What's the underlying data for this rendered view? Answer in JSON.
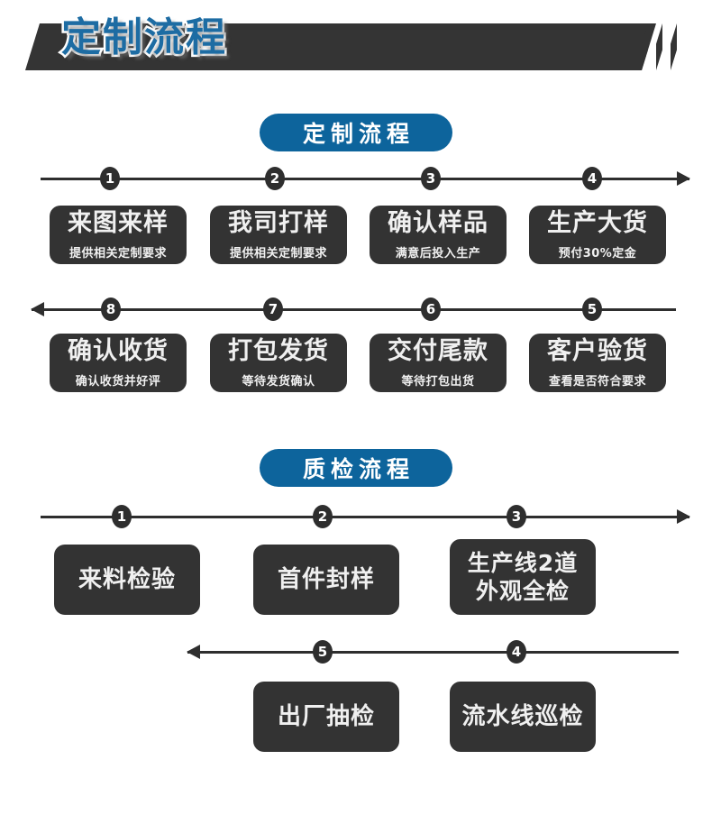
{
  "banner": {
    "title": "定制流程"
  },
  "sections": [
    {
      "pill_label": "定制流程",
      "rows": [
        {
          "direction": "right",
          "badges": [
            "1",
            "2",
            "3",
            "4"
          ],
          "cards": [
            {
              "title": "来图来样",
              "subtitle": "提供相关定制要求"
            },
            {
              "title": "我司打样",
              "subtitle": "提供相关定制要求"
            },
            {
              "title": "确认样品",
              "subtitle": "满意后投入生产"
            },
            {
              "title": "生产大货",
              "subtitle": "预付30%定金"
            }
          ]
        },
        {
          "direction": "left",
          "badges": [
            "8",
            "7",
            "6",
            "5"
          ],
          "cards": [
            {
              "title": "确认收货",
              "subtitle": "确认收货并好评"
            },
            {
              "title": "打包发货",
              "subtitle": "等待发货确认"
            },
            {
              "title": "交付尾款",
              "subtitle": "等待打包出货"
            },
            {
              "title": "客户验货",
              "subtitle": "查看是否符合要求"
            }
          ]
        }
      ]
    },
    {
      "pill_label": "质检流程",
      "rows": [
        {
          "direction": "right",
          "badges": [
            "1",
            "2",
            "3"
          ],
          "cards": [
            {
              "title": "来料检验",
              "subtitle": ""
            },
            {
              "title": "首件封样",
              "subtitle": ""
            },
            {
              "title": "生产线2道",
              "subtitle": "",
              "title2": "外观全检"
            }
          ]
        },
        {
          "direction": "left",
          "badges": [
            "5",
            "4"
          ],
          "cards": [
            {
              "title": "出厂抽检",
              "subtitle": ""
            },
            {
              "title": "流水线巡检",
              "subtitle": ""
            }
          ]
        }
      ]
    }
  ],
  "colors": {
    "accent_blue": "#0d649c",
    "card_dark": "#333333",
    "banner_dark": "#343434",
    "line_dark": "#2e2e2e",
    "title_blue": "#1d6ca3"
  }
}
